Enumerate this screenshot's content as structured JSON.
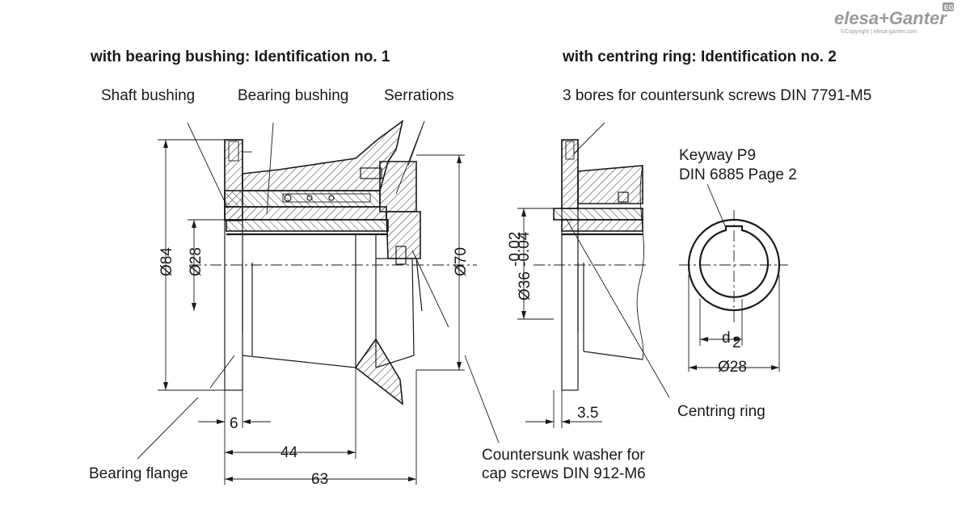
{
  "brand": {
    "logo_text": "elesa+Ganter",
    "badge": "EG",
    "copyright": "©Copyright | elesa-ganter.com"
  },
  "headings": {
    "variant1": "with bearing bushing: Identification no. 1",
    "variant2": "with centring ring: Identification no. 2"
  },
  "callouts": {
    "shaft_bushing": "Shaft bushing",
    "bearing_bushing": "Bearing bushing",
    "serrations": "Serrations",
    "bearing_flange": "Bearing flange",
    "countersunk_washer_line1": "Countersunk washer for",
    "countersunk_washer_line2": "cap screws DIN 912-M6",
    "bores": "3 bores for countersunk screws DIN 7791-M5",
    "keyway_line1": "Keyway P9",
    "keyway_line2": "DIN 6885 Page 2",
    "centring_ring": "Centring ring"
  },
  "dimensions": {
    "d84": "Ø84",
    "d28_left": "Ø28",
    "d70": "Ø70",
    "d36_main": "Ø36",
    "d36_upper": "-0.02",
    "d36_lower": "-0.04",
    "len6": "6",
    "len44": "44",
    "len63": "63",
    "len3_5": "3.5",
    "d2_main": "d",
    "d2_sub": "2",
    "d28_right": "Ø28"
  }
}
